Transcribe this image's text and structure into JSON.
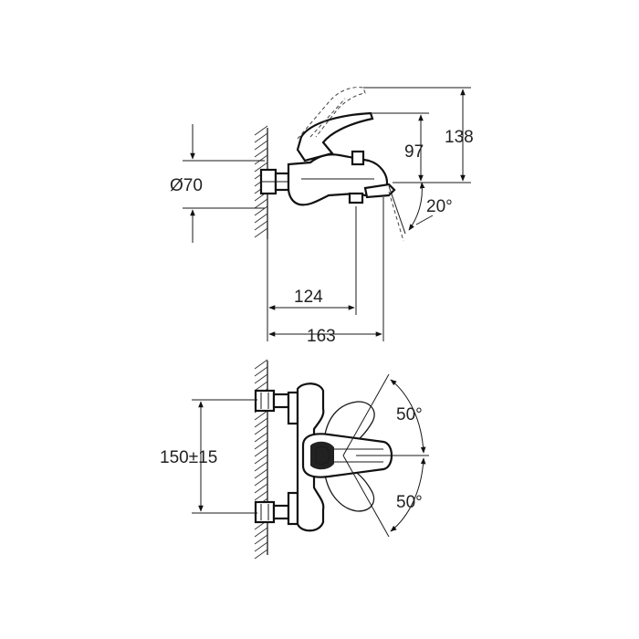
{
  "dimensions": {
    "diameter": "Ø70",
    "height_lever_up": "138",
    "height_spout": "97",
    "spout_angle": "20°",
    "depth_spout": "124",
    "depth_total": "163",
    "centers": "150±15",
    "lever_rotation_up": "50°",
    "lever_rotation_down": "50°"
  }
}
